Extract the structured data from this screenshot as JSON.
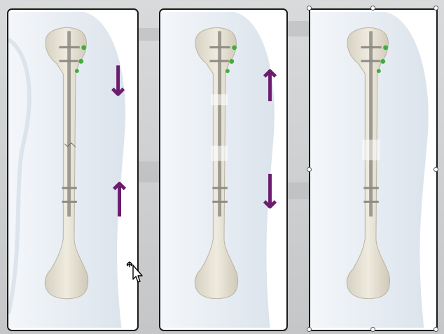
{
  "colors": {
    "arrow": "#6b1c6e",
    "bone": "#e9e5d8",
    "nail": "#9c9a92",
    "screw_green": "#3fae3a",
    "arm_shade": "#dfe6ee",
    "frame": "#1a1a1a"
  },
  "panels": [
    {
      "id": "panel-1",
      "arrows": [
        "down",
        "up"
      ],
      "selected": false
    },
    {
      "id": "panel-2",
      "arrows": [
        "up",
        "down"
      ],
      "selected": false
    },
    {
      "id": "panel-3",
      "arrows": [],
      "selected": true
    }
  ],
  "cursor": {
    "icon": "move-arrow-cursor-icon"
  }
}
